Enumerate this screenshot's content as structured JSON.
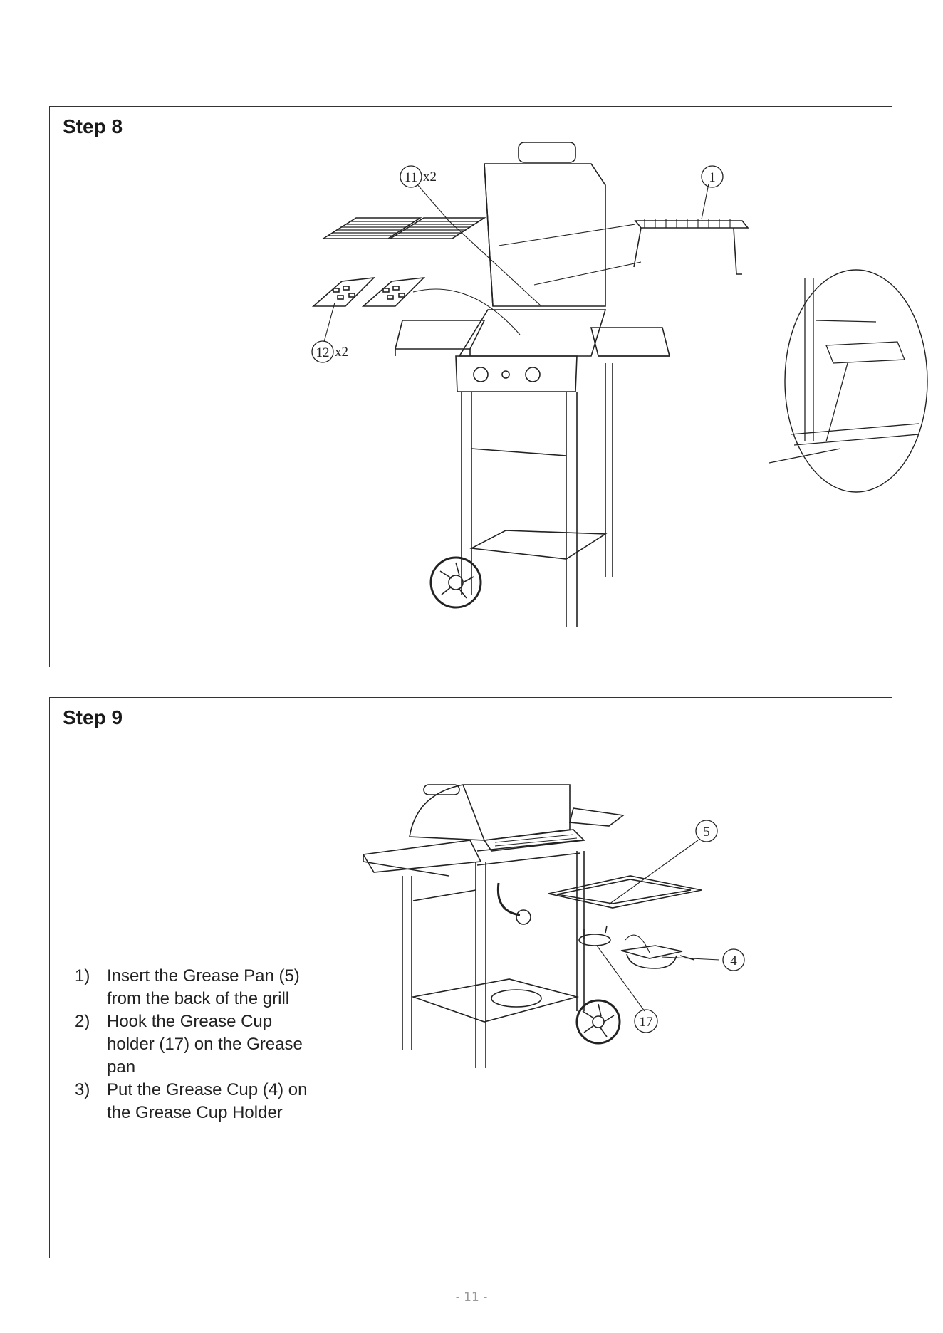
{
  "step8": {
    "title": "Step 8",
    "callouts": {
      "part11": "11",
      "part11_qty": "x2",
      "part1": "1",
      "part12": "12",
      "part12_qty": "x2"
    }
  },
  "step9": {
    "title": "Step 9",
    "instructions": [
      {
        "num": "1)",
        "text": "Insert the Grease Pan (5) from the back of the grill"
      },
      {
        "num": "2)",
        "text": "Hook the Grease Cup holder (17) on the Grease pan"
      },
      {
        "num": "3)",
        "text": "Put the Grease Cup (4) on the Grease Cup Holder"
      }
    ],
    "callouts": {
      "part5": "5",
      "part4": "4",
      "part17": "17"
    }
  },
  "footer": {
    "page_number": "- 11 -"
  }
}
